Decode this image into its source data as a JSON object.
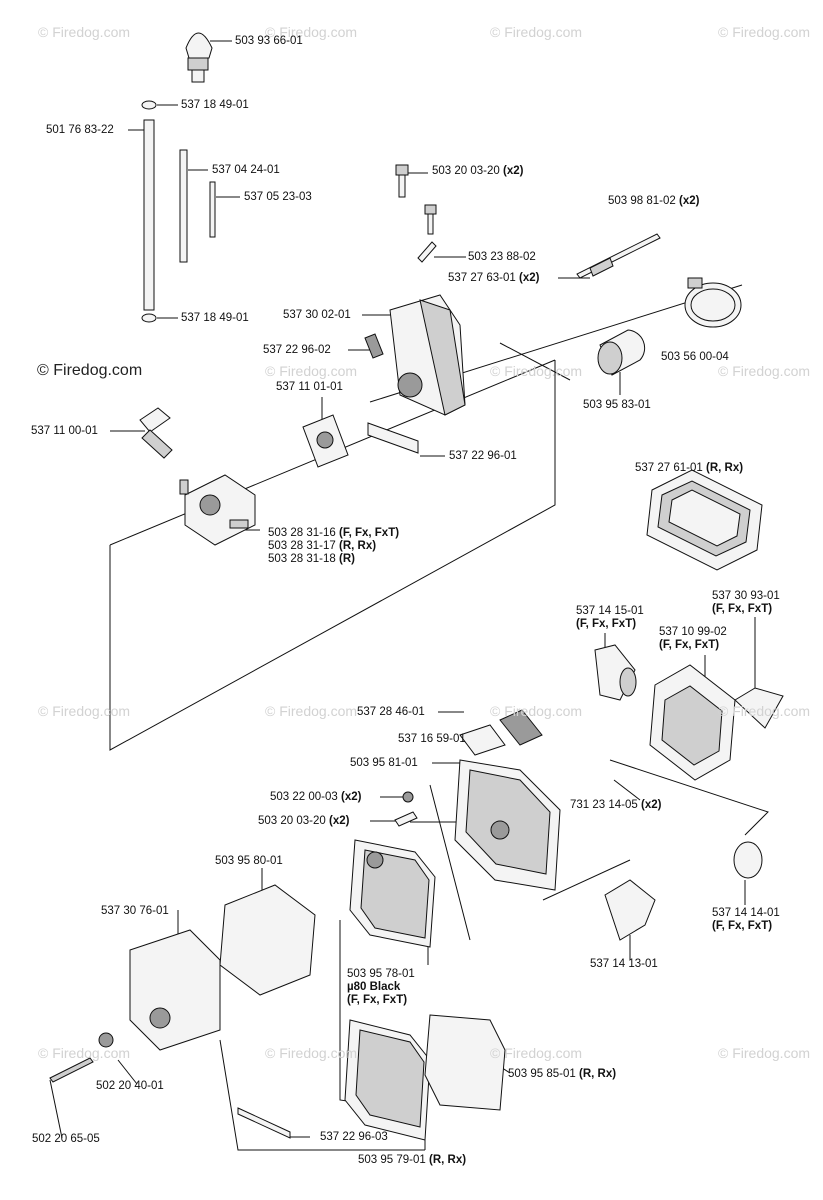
{
  "brand_watermark": "© Firedog.com",
  "faint_watermark": "© Firedog.com",
  "parts": {
    "p1": "503 93 66-01",
    "p2": "537 18 49-01",
    "p3": "501 76 83-22",
    "p4": "537 04 24-01",
    "p5": "537 05 23-03",
    "p6": "503 20 03-20",
    "p6q": "(x2)",
    "p7": "503 98 81-02",
    "p7q": "(x2)",
    "p8": "503 23 88-02",
    "p9": "537 27 63-01",
    "p9q": "(x2)",
    "p10": "537 18 49-01",
    "p11": "537 30 02-01",
    "p12": "503 56 00-04",
    "p13": "537 22 96-02",
    "p14": "537 11 01-01",
    "p15": "503 95 83-01",
    "p16": "537 11 00-01",
    "p17": "537 22 96-01",
    "p18": "537 27 61-01",
    "p18q": "(R, Rx)",
    "p19a": "503 28 31-16",
    "p19aq": "(F, Fx, FxT)",
    "p19b": "503 28 31-17",
    "p19bq": "(R, Rx)",
    "p19c": "503 28 31-18",
    "p19cq": "(R)",
    "p20": "537 30 93-01",
    "p20q": "(F, Fx, FxT)",
    "p21": "537 14 15-01",
    "p21q": "(F, Fx, FxT)",
    "p22": "537 10 99-02",
    "p22q": "(F, Fx, FxT)",
    "p23": "537 28 46-01",
    "p24": "537 16 59-01",
    "p25": "503 95 81-01",
    "p26": "503 22 00-03",
    "p26q": "(x2)",
    "p27": "731 23 14-05",
    "p27q": "(x2)",
    "p28": "503 20 03-20",
    "p28q": "(x2)",
    "p29": "503 95 80-01",
    "p30": "537 30 76-01",
    "p31": "537 14 13-01",
    "p32": "537 14 14-01",
    "p32q": "(F, Fx, FxT)",
    "p33": "503 95 78-01",
    "p33b": "µ80 Black",
    "p33q": "(F, Fx, FxT)",
    "p34": "503 95 85-01",
    "p34q": "(R, Rx)",
    "p35": "502 20 40-01",
    "p36": "502 20 65-05",
    "p37": "537 22 96-03",
    "p38": "503 95 79-01",
    "p38q": "(R, Rx)"
  }
}
